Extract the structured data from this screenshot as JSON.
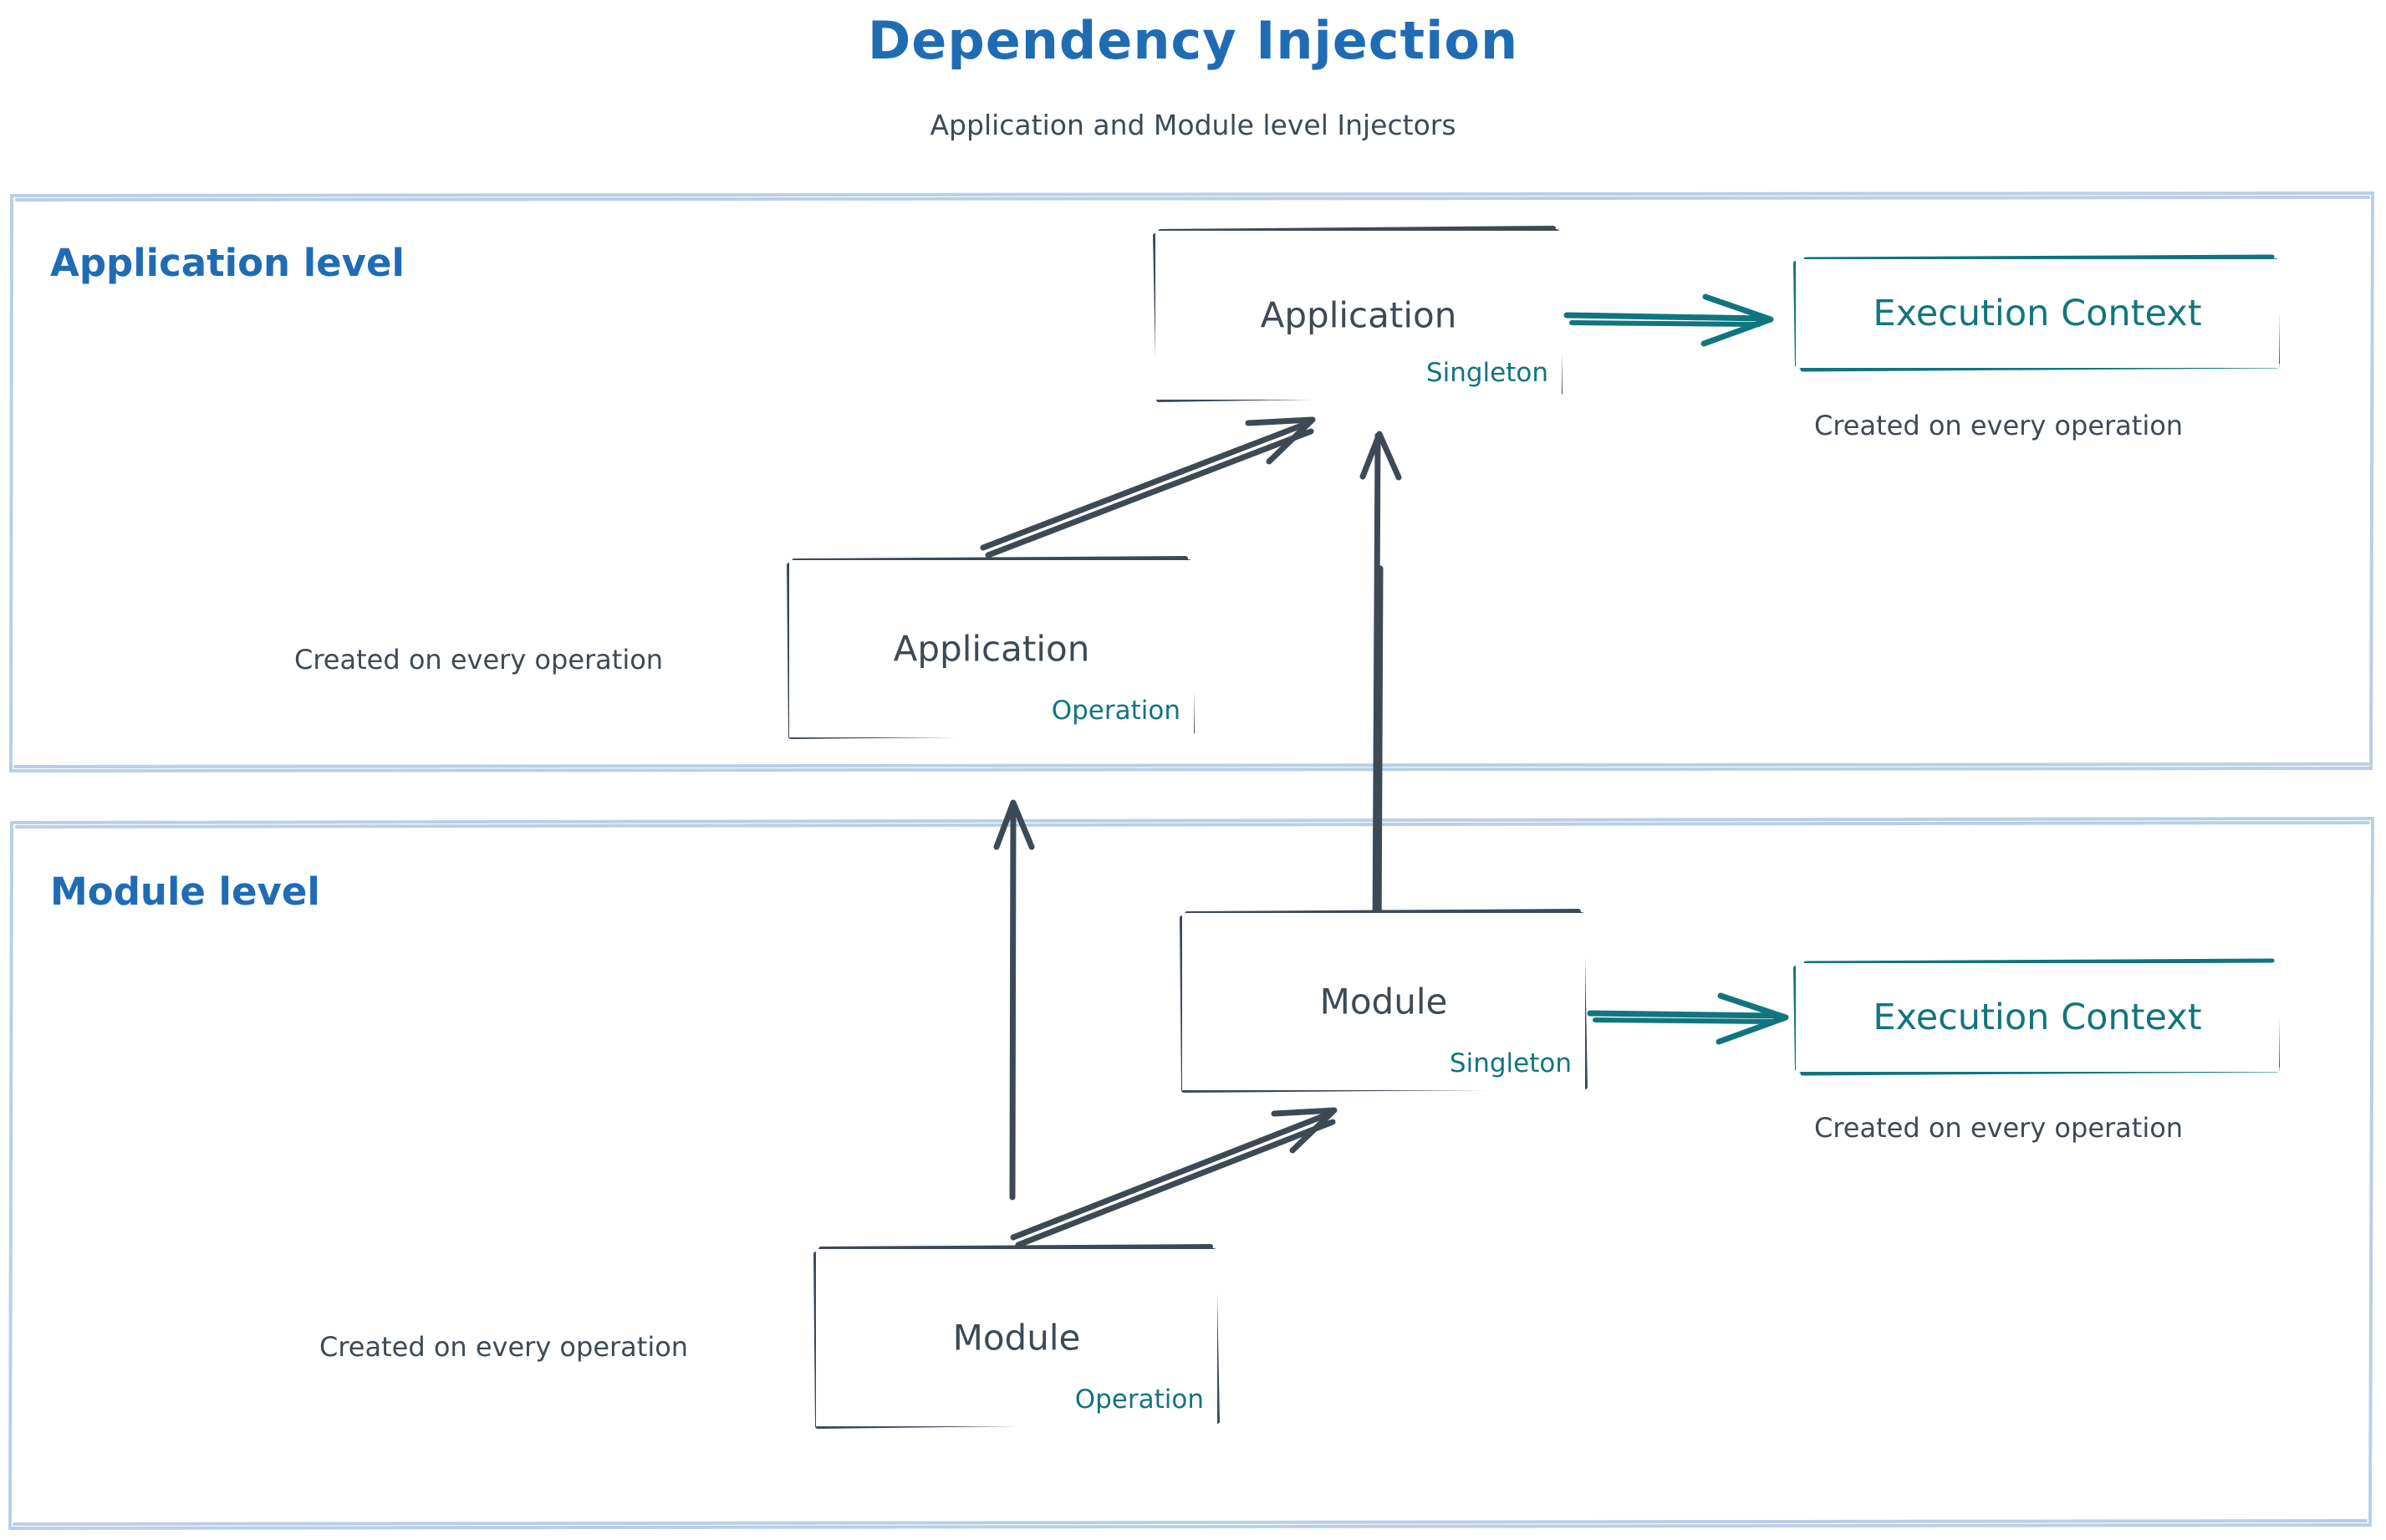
{
  "header": {
    "title": "Dependency Injection",
    "subtitle": "Application and Module level Injectors"
  },
  "colors": {
    "title_blue": "#1f6cb4",
    "section_border": "#b9cfe7",
    "dark_slate": "#3d4a56",
    "teal": "#11757f",
    "background": "#ffffff"
  },
  "sections": [
    {
      "label": "Application level"
    },
    {
      "label": "Module level"
    }
  ],
  "nodes": {
    "app_singleton": {
      "title": "Application",
      "scope": "Singleton"
    },
    "app_operation": {
      "title": "Application",
      "scope": "Operation"
    },
    "app_exec_context": {
      "title": "Execution Context"
    },
    "mod_singleton": {
      "title": "Module",
      "scope": "Singleton"
    },
    "mod_operation": {
      "title": "Module",
      "scope": "Operation"
    },
    "mod_exec_context": {
      "title": "Execution Context"
    }
  },
  "captions": {
    "app_exec_created": "Created on every operation",
    "app_op_created": "Created on every operation",
    "mod_exec_created": "Created on every operation",
    "mod_op_created": "Created on every operation"
  },
  "edges": [
    {
      "name": "application-to-execution-context",
      "style": "teal-arrow"
    },
    {
      "name": "module-to-execution-context",
      "style": "teal-arrow"
    },
    {
      "name": "application-operation-to-application-singleton",
      "style": "dark-arrow"
    },
    {
      "name": "module-operation-to-module-singleton",
      "style": "dark-arrow"
    },
    {
      "name": "module-singleton-to-application-singleton",
      "style": "dark-arrow"
    },
    {
      "name": "module-operation-to-application-level",
      "style": "dark-arrow"
    }
  ]
}
